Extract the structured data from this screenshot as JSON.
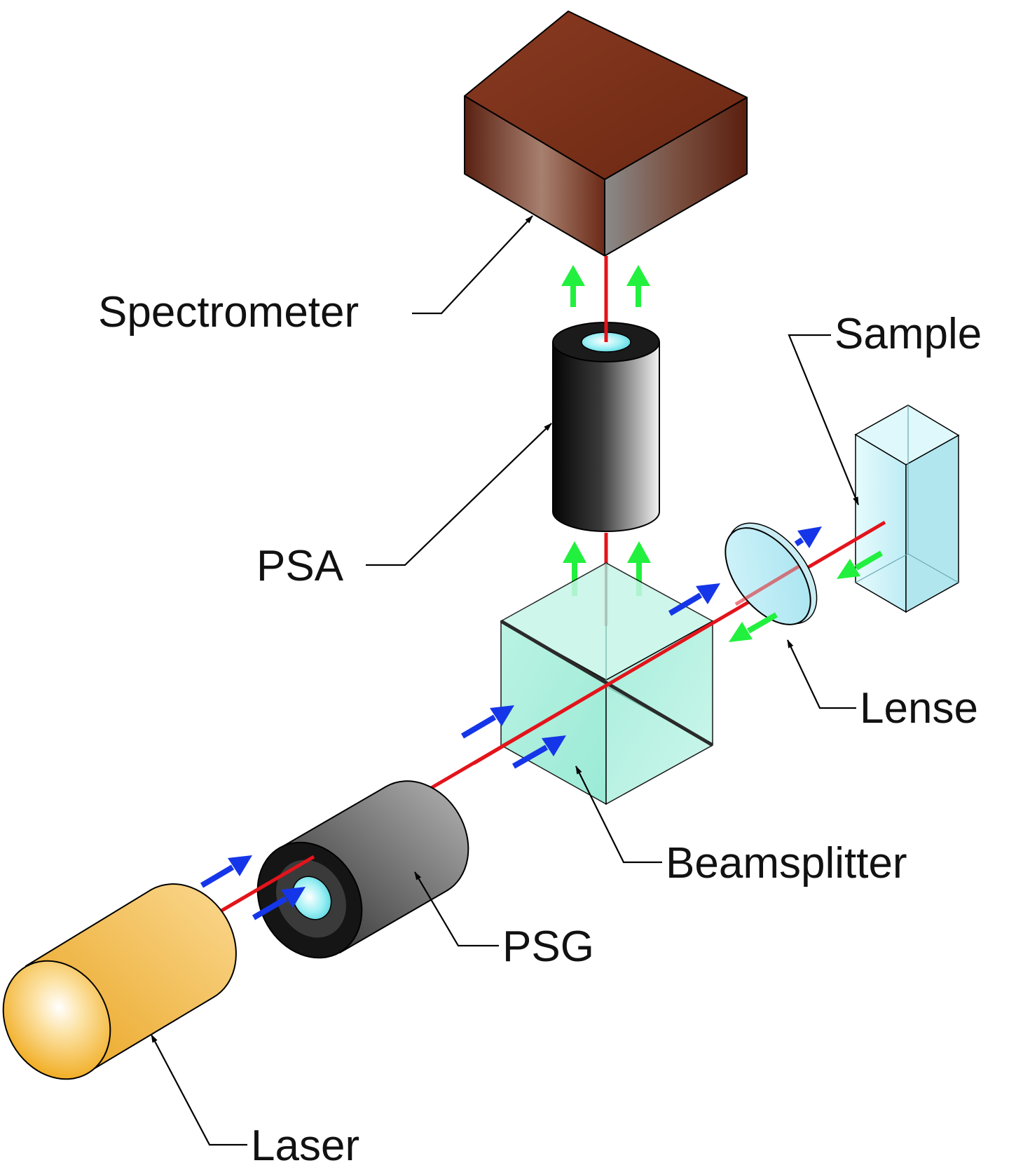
{
  "labels": {
    "spectrometer": "Spectrometer",
    "sample": "Sample",
    "psa": "PSA",
    "lense": "Lense",
    "beamsplitter": "Beamsplitter",
    "psg": "PSG",
    "laser": "Laser"
  },
  "colors": {
    "beam": "#e3141b",
    "incident_arrow": "#1536e8",
    "returned_arrow": "#22f03e",
    "spectrometer": "#6b2a16",
    "beamsplitter": "#a8f0dc",
    "sample": "#c7f1f7",
    "laser": "#f3b83a",
    "polarizer_body": "#2b2b2b"
  }
}
